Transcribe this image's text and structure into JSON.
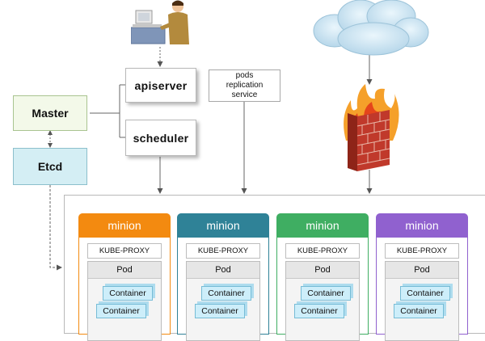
{
  "top_diagram": {
    "apiserver": "apiserver",
    "scheduler": "scheduler",
    "pods_box": [
      "pods",
      "replication",
      "service"
    ],
    "master": "Master",
    "etcd": "Etcd"
  },
  "minions": [
    {
      "title": "minion",
      "color": "#f38a10",
      "kube_proxy": "KUBE-PROXY",
      "pod": "Pod",
      "containers": [
        "Container",
        "Container"
      ]
    },
    {
      "title": "minion",
      "color": "#2f8297",
      "kube_proxy": "KUBE-PROXY",
      "pod": "Pod",
      "containers": [
        "Container",
        "Container"
      ]
    },
    {
      "title": "minion",
      "color": "#3fae62",
      "kube_proxy": "KUBE-PROXY",
      "pod": "Pod",
      "containers": [
        "Container",
        "Container"
      ]
    },
    {
      "title": "minion",
      "color": "#9061cf",
      "kube_proxy": "KUBE-PROXY",
      "pod": "Pod",
      "containers": [
        "Container",
        "Container"
      ]
    }
  ],
  "icons": [
    "user-at-computer-icon",
    "cloud-icon",
    "firewall-icon"
  ]
}
